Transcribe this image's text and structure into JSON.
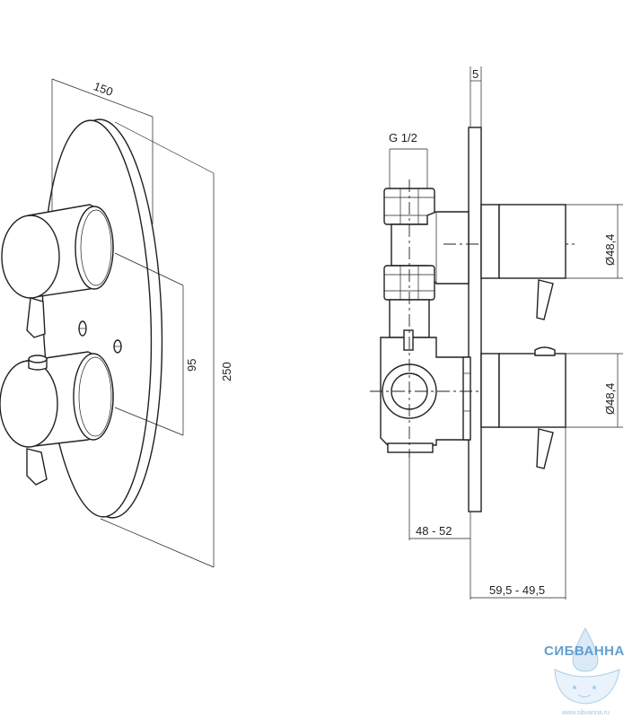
{
  "dimensions": {
    "plate_depth": "150",
    "handle_spacing": "95",
    "plate_diameter": "250",
    "plate_thickness": "5",
    "thread": "G 1/2",
    "handle_diameter_top": "Ø48,4",
    "handle_diameter_bottom": "Ø48,4",
    "wall_depth": "48 - 52",
    "projection": "59,5 - 49,5"
  },
  "watermark": {
    "brand": "СИБВАННА",
    "url": "www.sibvanna.ru",
    "color": "#2d7fc1"
  }
}
